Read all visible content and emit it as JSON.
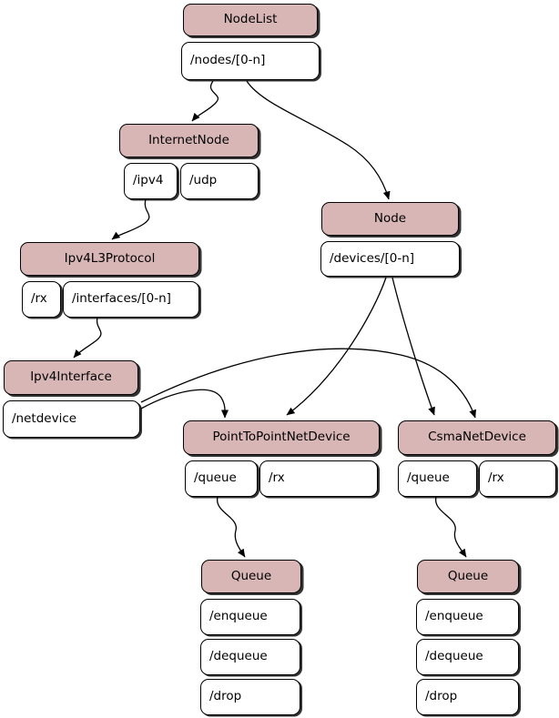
{
  "diagram": {
    "colors": {
      "header_fill": "#d9b6b6",
      "slot_fill": "#ffffff",
      "border": "#000000",
      "arrow": "#000000",
      "background": "#ffffff"
    },
    "nodes": [
      {
        "title": "NodeList",
        "slots": [
          "/nodes/[0-n]"
        ]
      },
      {
        "title": "InternetNode",
        "slots": [
          "/ipv4",
          "/udp"
        ]
      },
      {
        "title": "Node",
        "slots": [
          "/devices/[0-n]"
        ]
      },
      {
        "title": "Ipv4L3Protocol",
        "slots": [
          "/rx",
          "/interfaces/[0-n]"
        ]
      },
      {
        "title": "Ipv4Interface",
        "slots": [
          "/netdevice"
        ]
      },
      {
        "title": "PointToPointNetDevice",
        "slots": [
          "/queue",
          "/rx"
        ]
      },
      {
        "title": "CsmaNetDevice",
        "slots": [
          "/queue",
          "/rx"
        ]
      },
      {
        "title": "Queue",
        "slots": [
          "/enqueue",
          "/dequeue",
          "/drop"
        ]
      },
      {
        "title": "Queue",
        "slots": [
          "/enqueue",
          "/dequeue",
          "/drop"
        ]
      }
    ],
    "edges": [
      {
        "from": "NodeList./nodes/[0-n]",
        "to": "InternetNode"
      },
      {
        "from": "NodeList./nodes/[0-n]",
        "to": "Node"
      },
      {
        "from": "InternetNode./ipv4",
        "to": "Ipv4L3Protocol"
      },
      {
        "from": "Ipv4L3Protocol./interfaces/[0-n]",
        "to": "Ipv4Interface"
      },
      {
        "from": "Ipv4Interface./netdevice",
        "to": "PointToPointNetDevice"
      },
      {
        "from": "Ipv4Interface./netdevice",
        "to": "CsmaNetDevice"
      },
      {
        "from": "Node./devices/[0-n]",
        "to": "PointToPointNetDevice"
      },
      {
        "from": "Node./devices/[0-n]",
        "to": "CsmaNetDevice"
      },
      {
        "from": "PointToPointNetDevice./queue",
        "to": "Queue"
      },
      {
        "from": "CsmaNetDevice./queue",
        "to": "Queue"
      }
    ]
  }
}
